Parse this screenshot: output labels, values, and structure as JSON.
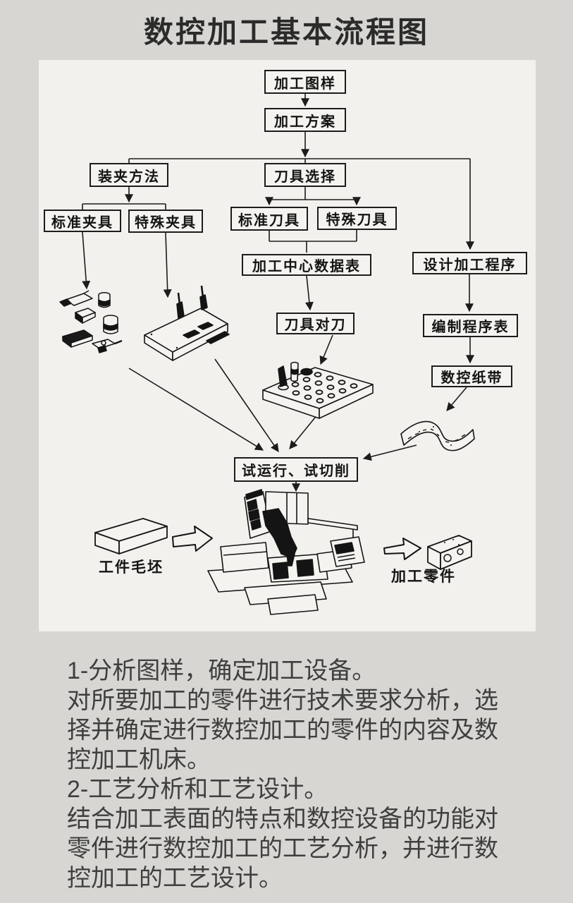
{
  "title": "数控加工基本流程图",
  "flowchart": {
    "nodes": {
      "drawing": {
        "label": "加工图样"
      },
      "plan": {
        "label": "加工方案"
      },
      "clamping": {
        "label": "装夹方法"
      },
      "tool_select": {
        "label": "刀具选择"
      },
      "std_fixture": {
        "label": "标准夹具"
      },
      "spec_fixture": {
        "label": "特殊夹具"
      },
      "std_tool": {
        "label": "标准刀具"
      },
      "spec_tool": {
        "label": "特殊刀具"
      },
      "datasheet": {
        "label": "加工中心数据表"
      },
      "tool_setting": {
        "label": "刀具对刀"
      },
      "design_program": {
        "label": "设计加工程序"
      },
      "program_sheet": {
        "label": "编制程序表"
      },
      "nc_tape": {
        "label": "数控纸带"
      },
      "trial": {
        "label": "试运行、试切削"
      }
    },
    "captions": {
      "blank": "工件毛坯",
      "part": "加工零件"
    }
  },
  "notes": {
    "lines": [
      "1-分析图样，确定加工设备。",
      "对所要加工的零件进行技术要求分析，选",
      "择并确定进行数控加工的零件的内容及数",
      "控加工机床。",
      "2-工艺分析和工艺设计。",
      "结合加工表面的特点和数控设备的功能对",
      "零件进行数控加工的工艺分析，并进行数",
      "控加工的工艺设计。"
    ]
  },
  "colors": {
    "page_bg": "#d7d6d2",
    "panel_bg": "#f2f1ed",
    "line": "#1c1c1c",
    "text": "#3f3f3f"
  }
}
